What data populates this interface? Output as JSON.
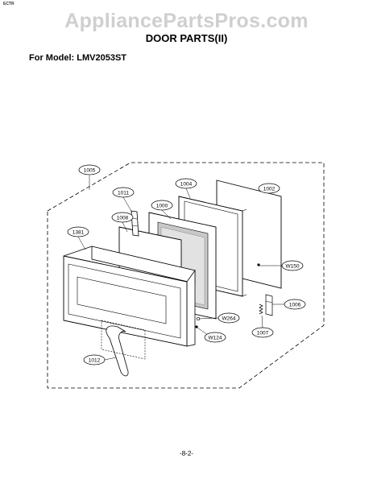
{
  "corner_mark": "ECTR",
  "watermark": "AppliancePartsPros.com",
  "title": "DOOR PARTS(II)",
  "model_line": "For Model: LMV2053ST",
  "page_number": "-8-2-",
  "callouts": {
    "c1005": "1005",
    "c1004": "1004",
    "c1002": "1002",
    "c1011": "1011",
    "c1000": "1000",
    "c1008": "1008",
    "c1381": "1381",
    "cW150": "W150",
    "c1006": "1006",
    "cW264": "W264",
    "cW124": "W124",
    "c1007": "1007",
    "c1012": "1012"
  }
}
